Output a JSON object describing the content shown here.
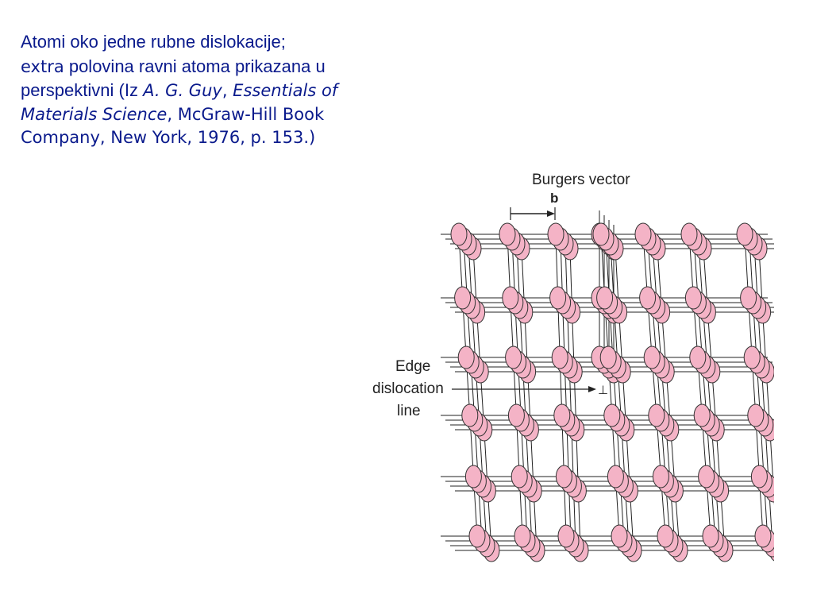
{
  "caption": {
    "line1": "Atomi oko jedne rubne dislokacije;",
    "line2_word": "extra",
    "line2_rest": " polovina ravni atoma prikazana u",
    "line3_start": "perspektivni (Iz ",
    "author": "A. G. Guy",
    "comma1": ", ",
    "title_part1": "Essentials of",
    "title_part2": "Materials Science",
    "publisher": ", McGraw-Hill Book",
    "line5": "Company, New York, 1976, p. 153.)"
  },
  "figure": {
    "burgers_label": "Burgers vector",
    "burgers_symbol": "b",
    "edge_label_1": "Edge",
    "edge_label_2": "dislocation",
    "edge_label_3": "line",
    "dislocation_symbol": "⊥",
    "atom_color": "#f4b3c6",
    "atom_stroke": "#333333"
  }
}
